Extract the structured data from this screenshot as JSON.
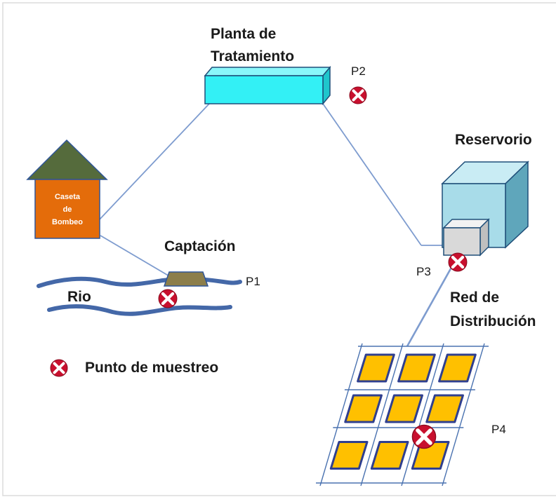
{
  "labels": {
    "planta_line1": "Planta de",
    "planta_line2": "Tratamiento",
    "reservorio": "Reservorio",
    "caseta_line1": "Caseta",
    "caseta_line2": "de",
    "caseta_line3": "Bombeo",
    "captacion": "Captación",
    "rio": "Rio",
    "red_line1": "Red de",
    "red_line2": "Distribución",
    "legend": "Punto de muestreo"
  },
  "points": [
    "P1",
    "P2",
    "P3",
    "P4"
  ],
  "colors": {
    "marker_fill": "#c8102e",
    "plant": "#33f0f5",
    "house_roof": "#556b3c",
    "house_body": "#e46c0a",
    "reservoir": "#a8dce9",
    "river": "#4468a8",
    "grid_cell": "#ffc000",
    "link": "#7e9ccf"
  },
  "icons": {
    "marker": "sample-point-x-icon"
  }
}
